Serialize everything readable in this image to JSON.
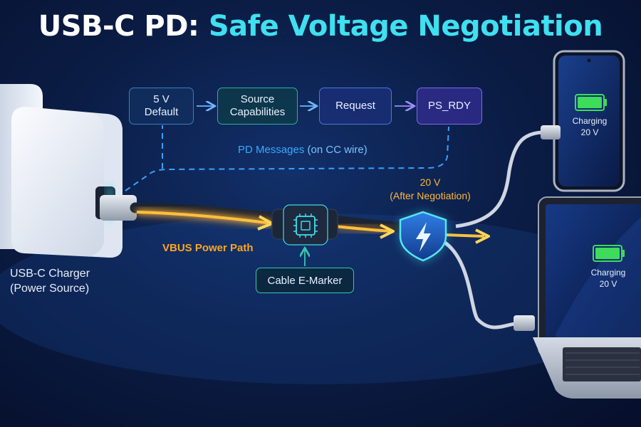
{
  "title": {
    "part1": "USB-C PD:",
    "part2": "Safe Voltage Negotiation"
  },
  "steps": [
    {
      "line1": "5 V",
      "line2": "Default"
    },
    {
      "line1": "Source",
      "line2": "Capabilities"
    },
    {
      "line1": "Request",
      "line2": ""
    },
    {
      "line1": "PS_RDY",
      "line2": ""
    }
  ],
  "pd_messages": {
    "label": "PD Messages",
    "suffix": "(on CC wire)"
  },
  "voltage_label": {
    "line1": "20 V",
    "line2": "(After Negotiation)"
  },
  "vbus_label": "VBUS Power Path",
  "emarker_label": "Cable E-Marker",
  "charger_label": {
    "line1": "USB-C Charger",
    "line2": "(Power Source)"
  },
  "phone": {
    "line1": "Charging",
    "line2": "20 V"
  },
  "laptop": {
    "line1": "Charging",
    "line2": "20 V"
  },
  "colors": {
    "accent_cyan": "#3fe0f0",
    "power_orange": "#ffae2e",
    "cc_blue": "#3aa0ff",
    "battery_green": "#3ddc5a"
  }
}
